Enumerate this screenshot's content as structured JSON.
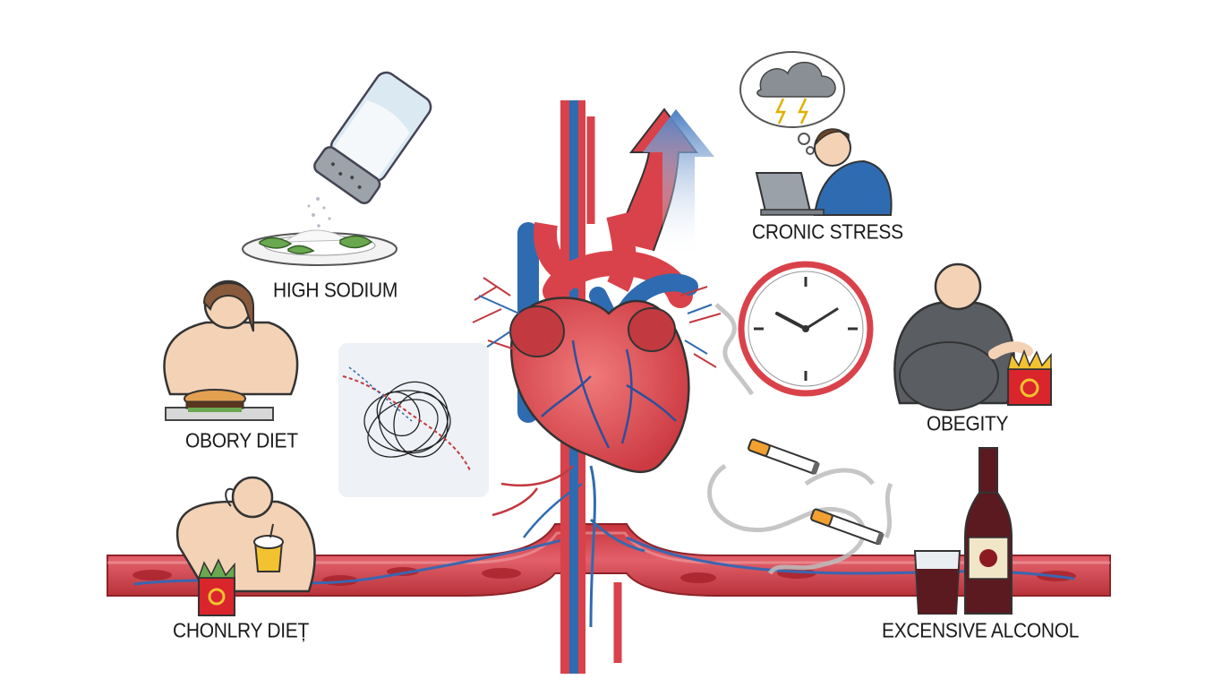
{
  "labels": {
    "high_sodium": "HIGH SODIUM",
    "obory_diet": "OBORY DIET",
    "chonlry_diet": "CHONLRY DIEȚ",
    "cronic_stress": "CRONIC STRESS",
    "obegity": "OBEGITY",
    "excessive_alcohol": "EXCENSIVE ALCONOL"
  },
  "colors": {
    "artery_red": "#d9424a",
    "vein_blue": "#2f6bb0",
    "heart_red": "#e0555a",
    "skin": "#f3d2b6",
    "outline": "#333333"
  },
  "icons": [
    "salt-shaker-icon",
    "plate-icon",
    "heart-icon",
    "upward-arrow-icon",
    "storm-cloud-icon",
    "stressed-person-icon",
    "laptop-icon",
    "clock-icon",
    "cigarette-icon",
    "smoke-icon",
    "wine-bottle-icon",
    "glass-icon",
    "fries-icon",
    "burger-icon",
    "drink-cup-icon",
    "tangle-icon"
  ]
}
